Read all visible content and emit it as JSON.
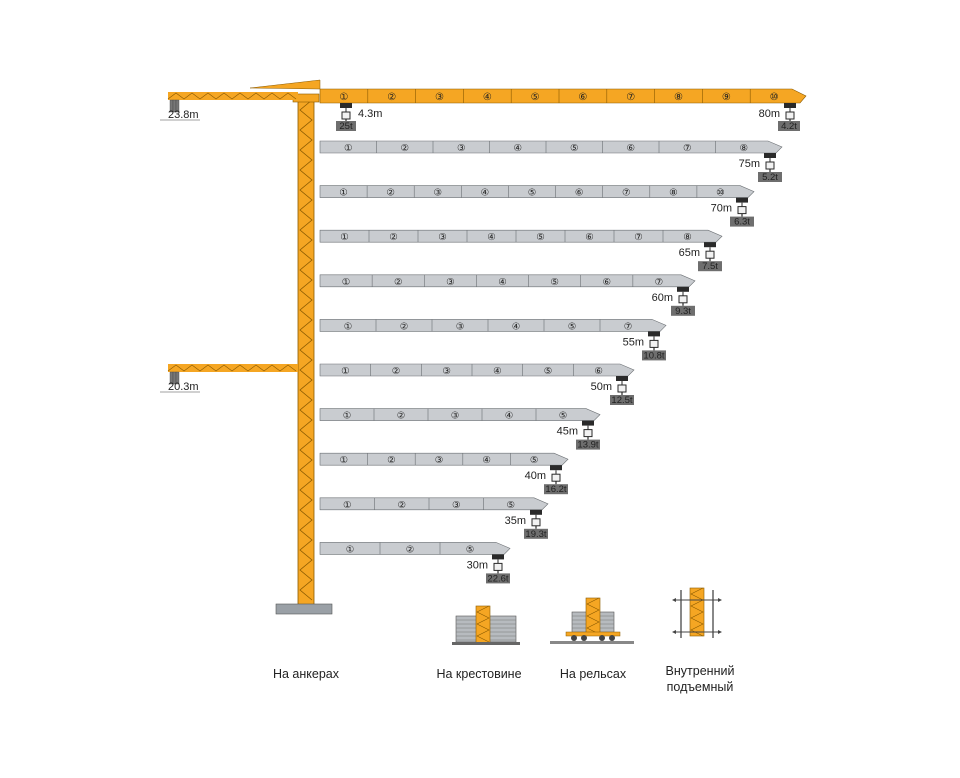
{
  "colors": {
    "yellow": "#f5a623",
    "grey": "#c9ccd0",
    "dark": "#2a2a2a",
    "badge": "#6e6e6e"
  },
  "counterjibs": [
    {
      "label": "23.8m"
    },
    {
      "label": "20.3m"
    }
  ],
  "main_jib": {
    "sections": [
      "①",
      "②",
      "③",
      "④",
      "⑤",
      "⑥",
      "⑦",
      "⑧",
      "⑨",
      "⑩"
    ],
    "min_radius": "4.3m",
    "max_load": "25t",
    "radius": "80m",
    "tip_load": "4.2t"
  },
  "configs": [
    {
      "sections": [
        "①",
        "②",
        "③",
        "④",
        "⑤",
        "⑥",
        "⑦",
        "⑧"
      ],
      "radius": "75m",
      "tip_load": "5.2t"
    },
    {
      "sections": [
        "①",
        "②",
        "③",
        "④",
        "⑤",
        "⑥",
        "⑦",
        "⑧",
        "⑩"
      ],
      "radius": "70m",
      "tip_load": "6.3t"
    },
    {
      "sections": [
        "①",
        "②",
        "③",
        "④",
        "⑤",
        "⑥",
        "⑦",
        "⑧"
      ],
      "radius": "65m",
      "tip_load": "7.5t"
    },
    {
      "sections": [
        "①",
        "②",
        "③",
        "④",
        "⑤",
        "⑥",
        "⑦"
      ],
      "radius": "60m",
      "tip_load": "9.3t"
    },
    {
      "sections": [
        "①",
        "②",
        "③",
        "④",
        "⑤",
        "⑦"
      ],
      "radius": "55m",
      "tip_load": "10.8t"
    },
    {
      "sections": [
        "①",
        "②",
        "③",
        "④",
        "⑤",
        "⑥"
      ],
      "radius": "50m",
      "tip_load": "12.5t"
    },
    {
      "sections": [
        "①",
        "②",
        "③",
        "④",
        "⑤"
      ],
      "radius": "45m",
      "tip_load": "13.9t"
    },
    {
      "sections": [
        "①",
        "②",
        "③",
        "④",
        "⑤"
      ],
      "radius": "40m",
      "tip_load": "16.2t"
    },
    {
      "sections": [
        "①",
        "②",
        "③",
        "⑤"
      ],
      "radius": "35m",
      "tip_load": "19.3t"
    },
    {
      "sections": [
        "①",
        "②",
        "⑤"
      ],
      "radius": "30m",
      "tip_load": "22.6t"
    }
  ],
  "bases": [
    {
      "icon": "anchor-base-icon",
      "label": "На анкерах"
    },
    {
      "icon": "cross-base-icon",
      "label": "На крестовине"
    },
    {
      "icon": "rail-base-icon",
      "label": "На рельсах"
    },
    {
      "icon": "climbing-base-icon",
      "label": "Внутренний подъемный"
    }
  ]
}
